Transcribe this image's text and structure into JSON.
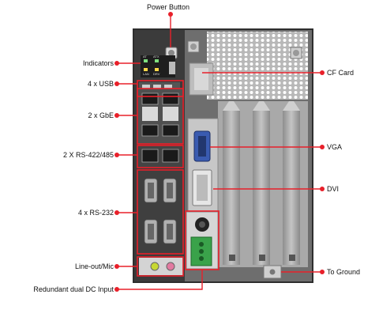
{
  "callouts": {
    "power_button": "Power Button",
    "indicators": "Indicators",
    "usb": "4 x USB",
    "gbe": "2 x GbE",
    "rs422": "2 X RS-422/485",
    "rs232": "4 x RS-232",
    "lineout": "Line-out/Mic",
    "dc_input": "Redundant dual DC Input",
    "cf_card": "CF Card",
    "vga": "VGA",
    "dvi": "DVI",
    "to_ground": "To Ground"
  },
  "panel_text": {
    "led_labels": [
      "AT",
      "ATX",
      "LAN",
      "DRV"
    ]
  },
  "colors": {
    "callout_red": "#e8202a",
    "chassis_dark": "#3a3a3a",
    "chassis_gray": "#9a9a9a",
    "terminal_green": "#3aa24a",
    "vga_blue": "#3a5bb0"
  }
}
